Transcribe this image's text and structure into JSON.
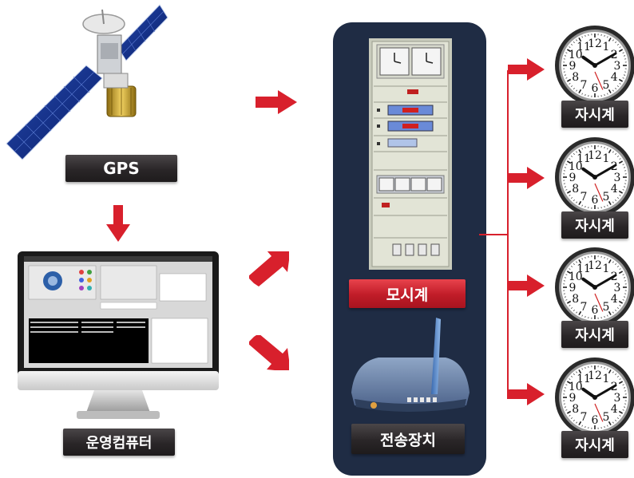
{
  "labels": {
    "gps": "GPS",
    "computer": "운영컴퓨터",
    "master_clock": "모시계",
    "transmitter": "전송장치",
    "slave_clock": "자시계"
  },
  "slave_clocks": [
    {
      "label": "자시계"
    },
    {
      "label": "자시계"
    },
    {
      "label": "자시계"
    },
    {
      "label": "자시계"
    }
  ],
  "clock_numerals": [
    "12",
    "1",
    "2",
    "3",
    "4",
    "5",
    "6",
    "7",
    "8",
    "9",
    "10",
    "11"
  ],
  "colors": {
    "panel": "#1f2c44",
    "arrow_red": "#d8202c",
    "label_dark": "#2a2628",
    "label_red": "#c01c28",
    "connector_line": "#d8202c"
  },
  "icons": [
    "satellite-icon",
    "monitor-icon",
    "rack-icon",
    "router-icon",
    "wall-clock-icon"
  ]
}
